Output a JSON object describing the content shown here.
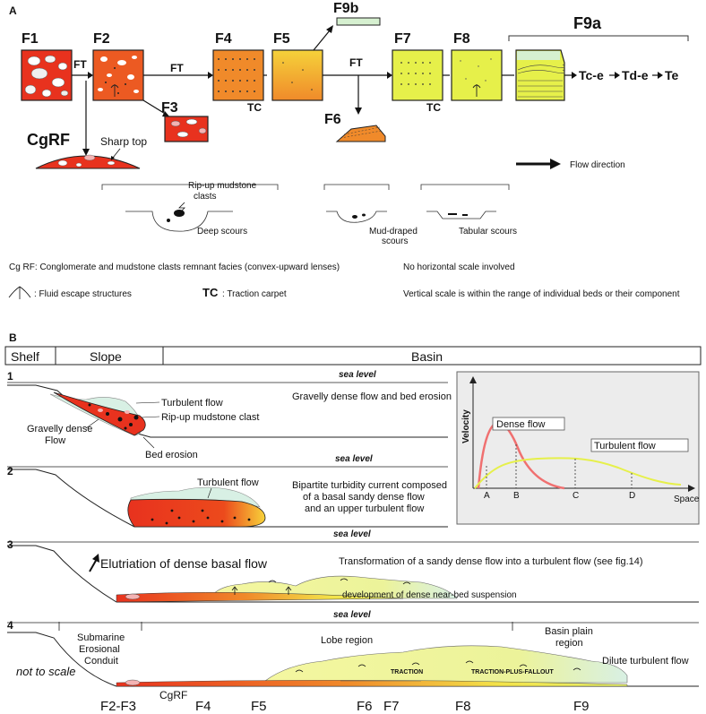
{
  "panel_a": {
    "label": "A",
    "facies": {
      "f1": "F1",
      "f2": "F2",
      "f3": "F3",
      "f4": "F4",
      "f5": "F5",
      "f6": "F6",
      "f7": "F7",
      "f8": "F8",
      "f9a": "F9a",
      "f9b": "F9b",
      "cgrf": "CgRF"
    },
    "ft": "FT",
    "tc": "TC",
    "tce": "Tc-e",
    "tde": "Td-e",
    "te": "Te",
    "sharp_top": "Sharp top",
    "flow_direction": "Flow direction",
    "ripup_line1": "Rip-up mudstone",
    "ripup_line2": "clasts",
    "deep_scours": "Deep scours",
    "mud_draped_line1": "Mud-draped",
    "mud_draped_line2": "scours",
    "tabular_scours": "Tabular scours",
    "legend": {
      "cgrf_def": "Cg RF: Conglomerate and mudstone clasts remnant facies (convex-upward lenses)",
      "no_scale": "No horizontal scale involved",
      "fluid_escape": ": Fluid escape structures",
      "tc_abbr": "TC",
      "tc_def": ": Traction carpet",
      "vertical_scale": "Vertical scale is within the range of individual beds or their component"
    }
  },
  "panel_b": {
    "label": "B",
    "header": {
      "shelf": "Shelf",
      "slope": "Slope",
      "basin": "Basin"
    },
    "sea_level": "sea level",
    "step_numbers": [
      "1",
      "2",
      "3",
      "4"
    ],
    "step1": {
      "turbulent_flow": "Turbulent flow",
      "ripup": "Rip-up mudstone clast",
      "gravelly_line1": "Gravelly dense",
      "gravelly_line2": "Flow",
      "bed_erosion": "Bed erosion",
      "title": "Gravelly dense flow and bed erosion"
    },
    "step2": {
      "turbulent_flow": "Turbulent flow",
      "desc_line1": "Bipartite turbidity current composed",
      "desc_line2": "of a basal sandy dense flow",
      "desc_line3": "and an upper turbulent flow"
    },
    "step3": {
      "elutriation": "Elutriation of dense basal flow",
      "transformation": "Transformation of a sandy dense flow into a turbulent flow (see fig.14)",
      "development": "development of dense near-bed suspension"
    },
    "step4": {
      "submarine_line1": "Submarine",
      "submarine_line2": "Erosional",
      "submarine_line3": "Conduit",
      "lobe_region": "Lobe region",
      "basin_plain_line1": "Basin plain",
      "basin_plain_line2": "region",
      "dilute": "Dilute turbulent flow",
      "traction": "TRACTION",
      "traction_fallout": "TRACTION-PLUS-FALLOUT",
      "not_to_scale": "not to scale"
    },
    "bottom_labels": {
      "f2f3": "F2-F3",
      "cgrf": "CgRF",
      "f4": "F4",
      "f5": "F5",
      "f6": "F6",
      "f7": "F7",
      "f8": "F8",
      "f9": "F9"
    },
    "inset": {
      "velocity": "Velocity",
      "space": "Space",
      "dense_flow": "Dense flow",
      "turbulent_flow": "Turbulent flow",
      "points": [
        "A",
        "B",
        "C",
        "D"
      ]
    }
  },
  "colors": {
    "red": "#e8321e",
    "orange": "#f08a2a",
    "yellow_green": "#e6f04a",
    "pale_green": "#d6f0d0",
    "pink": "#f4b3b3"
  }
}
